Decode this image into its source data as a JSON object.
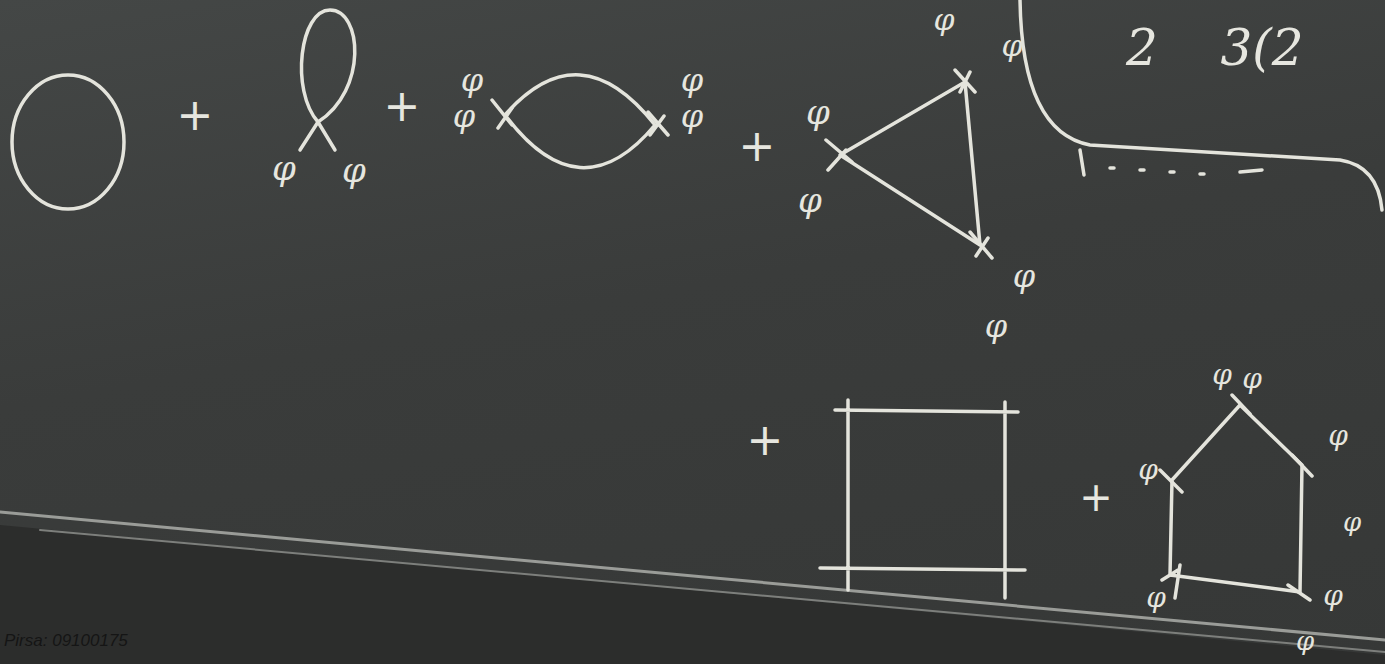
{
  "diagram": {
    "labels": [
      "2",
      "3(2",
      "+",
      "+",
      "+",
      "+",
      "+",
      "φ",
      "φ",
      "φ",
      "φ",
      "φ",
      "φ",
      "φ",
      "φ",
      "φ",
      "φ",
      "φ",
      "φ",
      "φ",
      "φ",
      "φ",
      "φ",
      "φ",
      "φ",
      "φ",
      "φ",
      "Pirsa: 09100175"
    ]
  }
}
